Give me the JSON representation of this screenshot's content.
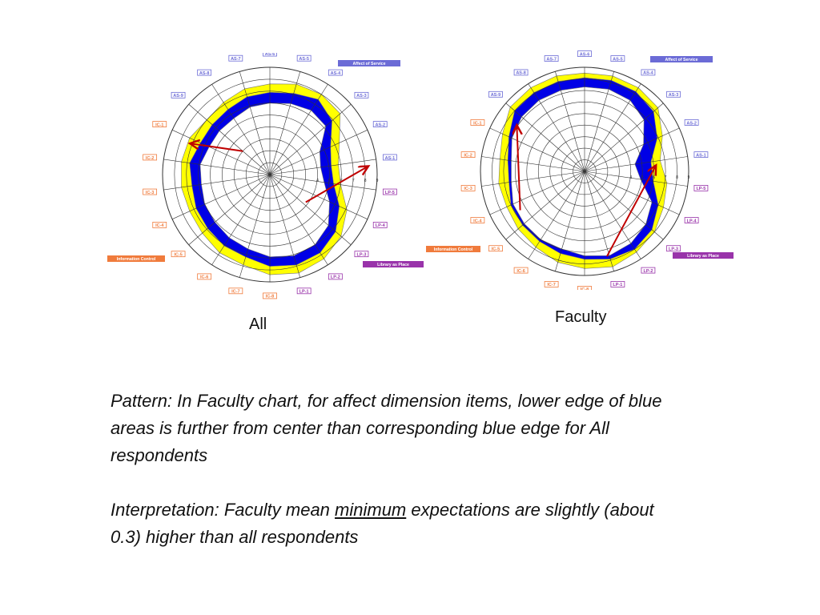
{
  "colors": {
    "yellow": "#ffff00",
    "blue": "#0000e6",
    "arrow": "#c00000",
    "affect_label": "#6b6bd6",
    "info_label": "#f07b3c",
    "library_label": "#9933aa",
    "grid": "#333333"
  },
  "spoke_labels": [
    "AS-6",
    "AS-5",
    "AS-4",
    "AS-3",
    "AS-2",
    "AS-1",
    "LP-5",
    "LP-4",
    "LP-3",
    "LP-2",
    "LP-1",
    "IC-8",
    "IC-7",
    "IC-6",
    "IC-5",
    "IC-4",
    "IC-3",
    "IC-2",
    "IC-1",
    "AS-9",
    "AS-8",
    "AS-7"
  ],
  "dimension_labels": {
    "affect": "Affect of Service",
    "information": "Information Control",
    "library": "Library as Place"
  },
  "captions": {
    "all": "All",
    "faculty": "Faculty"
  },
  "text": {
    "pattern": "Pattern:  In Faculty chart, for affect dimension items, lower edge of blue areas is further from center than corresponding blue edge for All respondents",
    "interp_before": "Interpretation: Faculty mean ",
    "interp_underlined": "minimum",
    "interp_after": " expectations are slightly (about 0.3) higher than all respondents"
  },
  "chart_data": [
    {
      "type": "radar",
      "title": "All",
      "categories": [
        "AS-6",
        "AS-5",
        "AS-4",
        "AS-3",
        "AS-2",
        "AS-1",
        "LP-5",
        "LP-4",
        "LP-3",
        "LP-2",
        "LP-1",
        "IC-8",
        "IC-7",
        "IC-6",
        "IC-5",
        "IC-4",
        "IC-3",
        "IC-2",
        "IC-1",
        "AS-9",
        "AS-8",
        "AS-7"
      ],
      "rlim": [
        0,
        9
      ],
      "tick_labels": [
        "4",
        "5",
        "6",
        "7",
        "8",
        "9"
      ],
      "series": [
        {
          "name": "",
          "values": [
            7.6,
            7.9,
            8.0,
            7.8,
            6.4,
            5.8,
            6.0,
            7.1,
            7.9,
            8.4,
            8.6,
            8.4,
            7.9,
            7.8,
            7.5,
            7.4,
            7.5,
            7.5,
            7.4,
            7.0,
            7.2,
            7.5
          ]
        },
        {
          "name": "",
          "values": [
            6.9,
            7.1,
            7.5,
            6.9,
            5.6,
            5.2,
            5.4,
            6.4,
            7.3,
            7.8,
            7.9,
            7.7,
            7.2,
            7.1,
            6.9,
            6.8,
            6.6,
            6.8,
            6.4,
            6.4,
            6.5,
            6.8
          ]
        },
        {
          "name": "",
          "values": [
            6.0,
            6.2,
            6.4,
            6.2,
            4.6,
            4.3,
            4.6,
            5.5,
            6.5,
            7.0,
            7.1,
            6.9,
            6.5,
            6.3,
            6.1,
            6.0,
            5.8,
            5.9,
            5.6,
            5.6,
            5.6,
            5.9
          ]
        }
      ],
      "arrows": [
        {
          "from": [
            19.0,
            3.0
          ],
          "to": [
            17.8,
            7.2
          ]
        },
        {
          "from": [
            7.8,
            3.8
          ],
          "to": [
            5.2,
            8.3
          ]
        }
      ]
    },
    {
      "type": "radar",
      "title": "Faculty",
      "categories": [
        "AS-6",
        "AS-5",
        "AS-4",
        "AS-3",
        "AS-2",
        "AS-1",
        "LP-5",
        "LP-4",
        "LP-3",
        "LP-2",
        "LP-1",
        "IC-8",
        "IC-7",
        "IC-6",
        "IC-5",
        "IC-4",
        "IC-3",
        "IC-2",
        "IC-1",
        "AS-9",
        "AS-8",
        "AS-7"
      ],
      "rlim": [
        0,
        9
      ],
      "tick_labels": [
        "4",
        "5",
        "6",
        "7",
        "8",
        "9"
      ],
      "series": [
        {
          "name": "",
          "values": [
            8.5,
            8.6,
            8.6,
            8.4,
            7.4,
            6.6,
            7.2,
            7.5,
            8.0,
            8.3,
            8.6,
            8.4,
            8.2,
            7.8,
            7.6,
            7.4,
            7.5,
            7.4,
            7.8,
            8.5,
            8.6,
            8.6
          ]
        },
        {
          "name": "",
          "values": [
            8.1,
            8.2,
            8.2,
            7.9,
            6.9,
            5.8,
            6.0,
            7.0,
            7.7,
            8.0,
            7.9,
            7.6,
            7.4,
            7.2,
            7.1,
            7.0,
            6.6,
            6.7,
            7.2,
            8.0,
            8.1,
            8.1
          ]
        },
        {
          "name": "",
          "values": [
            7.3,
            7.4,
            7.3,
            6.8,
            5.6,
            4.4,
            4.9,
            6.4,
            7.0,
            7.4,
            7.6,
            7.3,
            7.0,
            7.0,
            6.9,
            6.8,
            6.4,
            6.4,
            6.9,
            7.2,
            7.3,
            7.3
          ]
        }
      ],
      "arrows": [
        {
          "from": [
            14.6,
            6.5
          ],
          "to": [
            18.6,
            7.1
          ]
        },
        {
          "from": [
            10.1,
            7.6
          ],
          "to": [
            5.2,
            6.2
          ]
        }
      ]
    }
  ]
}
